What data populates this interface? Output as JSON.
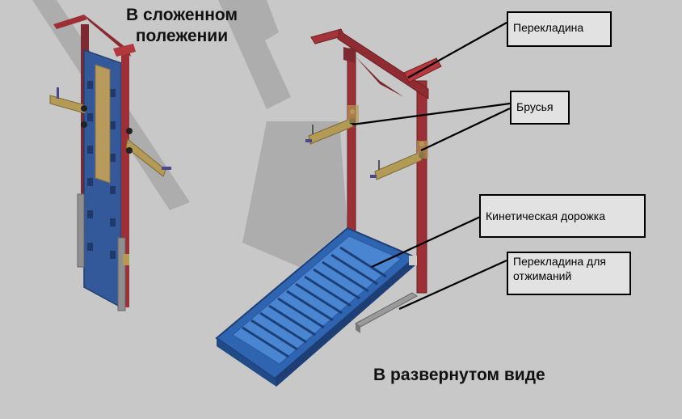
{
  "captions": {
    "folded": "В сложенном полежении",
    "unfolded": "В развернутом виде"
  },
  "labels": {
    "crossbar": "Перекладина",
    "bars": "Брусья",
    "treadmill": "Кинетическая дорожка",
    "pushup_bar": "Перекладина для отжиманий"
  },
  "colors": {
    "background": "#c8c8c8",
    "frame": "#9c3036",
    "frame_dark": "#6e1f24",
    "panel": "#3a5fa0",
    "belt": "#3f78c8",
    "bar_wood": "#b8a060",
    "steel": "#9a9a9a",
    "shadow": "#a9a9a9"
  }
}
